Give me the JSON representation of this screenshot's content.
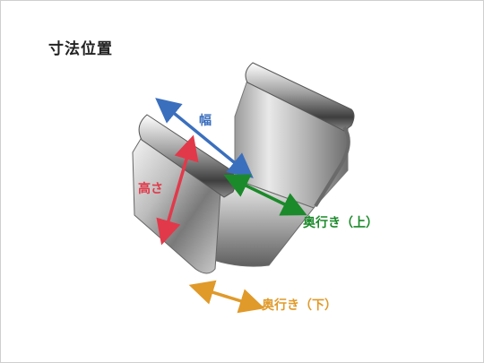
{
  "title": "寸法位置",
  "labels": {
    "width": "幅",
    "height": "高さ",
    "depth_top": "奥行き（上）",
    "depth_bottom": "奥行き（下）"
  },
  "colors": {
    "width": "#3a6fbe",
    "height": "#e2394a",
    "depth_top": "#1b8a2a",
    "depth_bottom": "#e09a2a"
  }
}
